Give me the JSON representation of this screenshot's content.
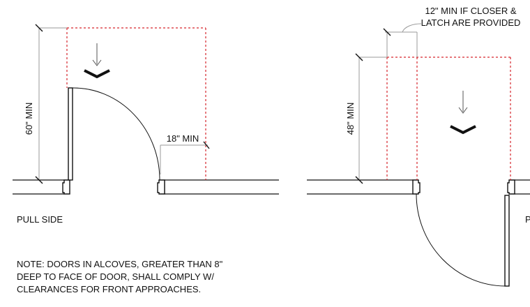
{
  "colors": {
    "line": "#111111",
    "dimension": "#9a9a9a",
    "clearance": "#d6262c"
  },
  "left_plan": {
    "dimension_vertical": "60\" MIN",
    "dimension_horizontal": "18\" MIN",
    "side_label": "PULL SIDE"
  },
  "right_plan": {
    "dimension_vertical": "48\" MIN",
    "dimension_top": [
      "12\" MIN IF CLOSER &",
      "LATCH ARE PROVIDED"
    ],
    "side_label": "P"
  },
  "note": [
    "NOTE: DOORS IN ALCOVES, GREATER THAN 8\"",
    "DEEP TO FACE OF DOOR, SHALL COMPLY W/",
    "CLEARANCES FOR FRONT APPROACHES."
  ],
  "icons": {
    "approach_arrow": "down-arrow-icon",
    "approach_chevron": "chevron-down-icon",
    "door_swing": "door-swing-arc"
  }
}
